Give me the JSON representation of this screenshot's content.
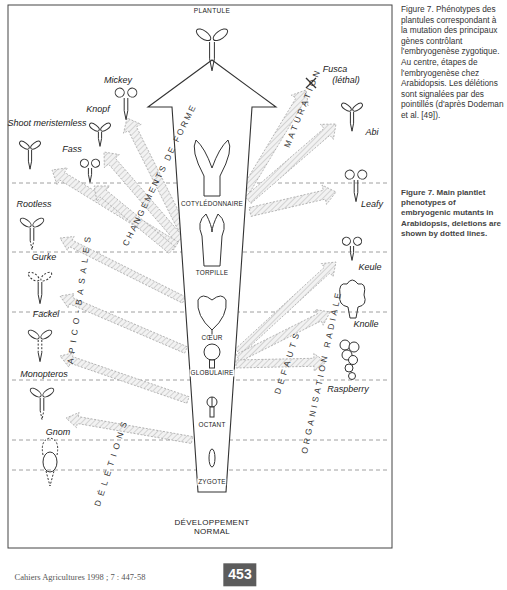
{
  "diagram": {
    "caption": "Figure 7. Phénotypes des plantules correspondant à la mutation des principaux gènes contrôlant l'embryogenèse zygotique. Au centre, étapes de l'embryogenèse chez Arabidopsis. Les délétions sont signalées par des pointillés (d'après Dodeman et al. [49]).",
    "labels": [
      "PLANTULE",
      "COTYLÉDONNAIRE",
      "TORPILLE",
      "CŒUR",
      "GLOBULAIRE",
      "OCTANT",
      "ZYGOTE",
      "DÉVELOPPEMENT NORMAL",
      "Mickey",
      "Knopf",
      "Shoot meristemless",
      "Fass",
      "Rootless",
      "Gurke",
      "Fackel",
      "Monopteros",
      "Gnom",
      "Fusca",
      "(léthal)",
      "Abi",
      "Leafy",
      "Keule",
      "Knolle",
      "Raspberry",
      "CHANGEMENTS DE FORME",
      "APICO-BASALES",
      "DÉLÉTIONS",
      "MATURATION",
      "DÉFAUTS",
      "ORGANISATION RADIALE",
      "Figure 7. Main plantlet phenotypes of embryogenic mutants in Arabidopsis, deletions are shown by dotted lines.",
      "Cahiers Agricultures 1998 ; 7 : 447-58",
      "453"
    ]
  }
}
